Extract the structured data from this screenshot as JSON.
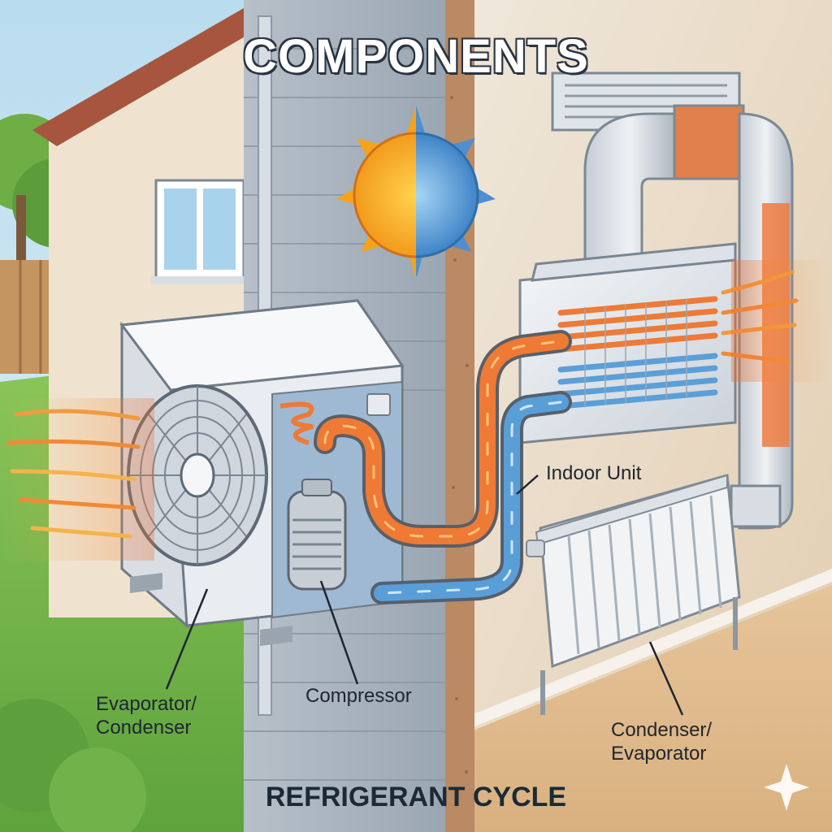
{
  "title": "COMPONENTS",
  "footer": "REFRIGERANT CYCLE",
  "labels": {
    "indoor_unit": "Indoor Unit",
    "outdoor_coil_line1": "Evaporator/",
    "outdoor_coil_line2": "Condenser",
    "compressor": "Compressor",
    "indoor_coil_line1": "Condenser/",
    "indoor_coil_line2": "Evaporator"
  },
  "colors": {
    "hot_line": "#f07a2a",
    "cold_line": "#5a9ed8",
    "sun": "#f7a21b",
    "snowflake_half": "#3f84c8"
  },
  "icons": [
    "sun-icon",
    "snowflake-icon",
    "sparkle-icon"
  ]
}
